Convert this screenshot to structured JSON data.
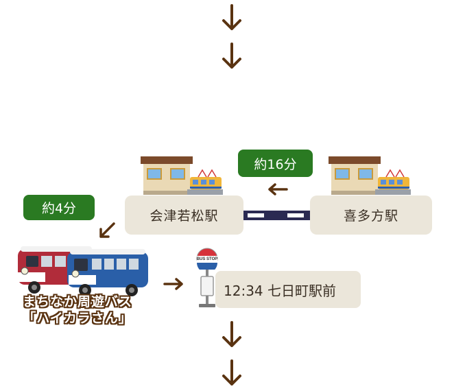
{
  "colors": {
    "arrow": "#5a3311",
    "station_box_bg": "#ebe6da",
    "time_badge_bg": "#2a7a22",
    "rail_dark": "#2b2a52",
    "bus_red": "#b12c3a",
    "bus_blue": "#2a5fa8"
  },
  "stations": {
    "aizuwakamatsu": "会津若松駅",
    "kitakata": "喜多方駅"
  },
  "times": {
    "train": "約16分",
    "bus_walk": "約4分"
  },
  "bus": {
    "caption_line1": "まちなか周遊バス",
    "caption_line2": "「ハイカラさん」"
  },
  "bus_stop": {
    "sign": "BUS STOP",
    "label": "12:34 七日町駅前"
  },
  "icons": {
    "down_arrow": "arrow-down-icon",
    "left_arrow": "arrow-left-icon",
    "right_arrow": "arrow-right-icon",
    "diag_arrow": "arrow-down-left-icon",
    "station": "station-building-icon",
    "bus": "bus-icon",
    "bus_stop": "bus-stop-icon"
  }
}
